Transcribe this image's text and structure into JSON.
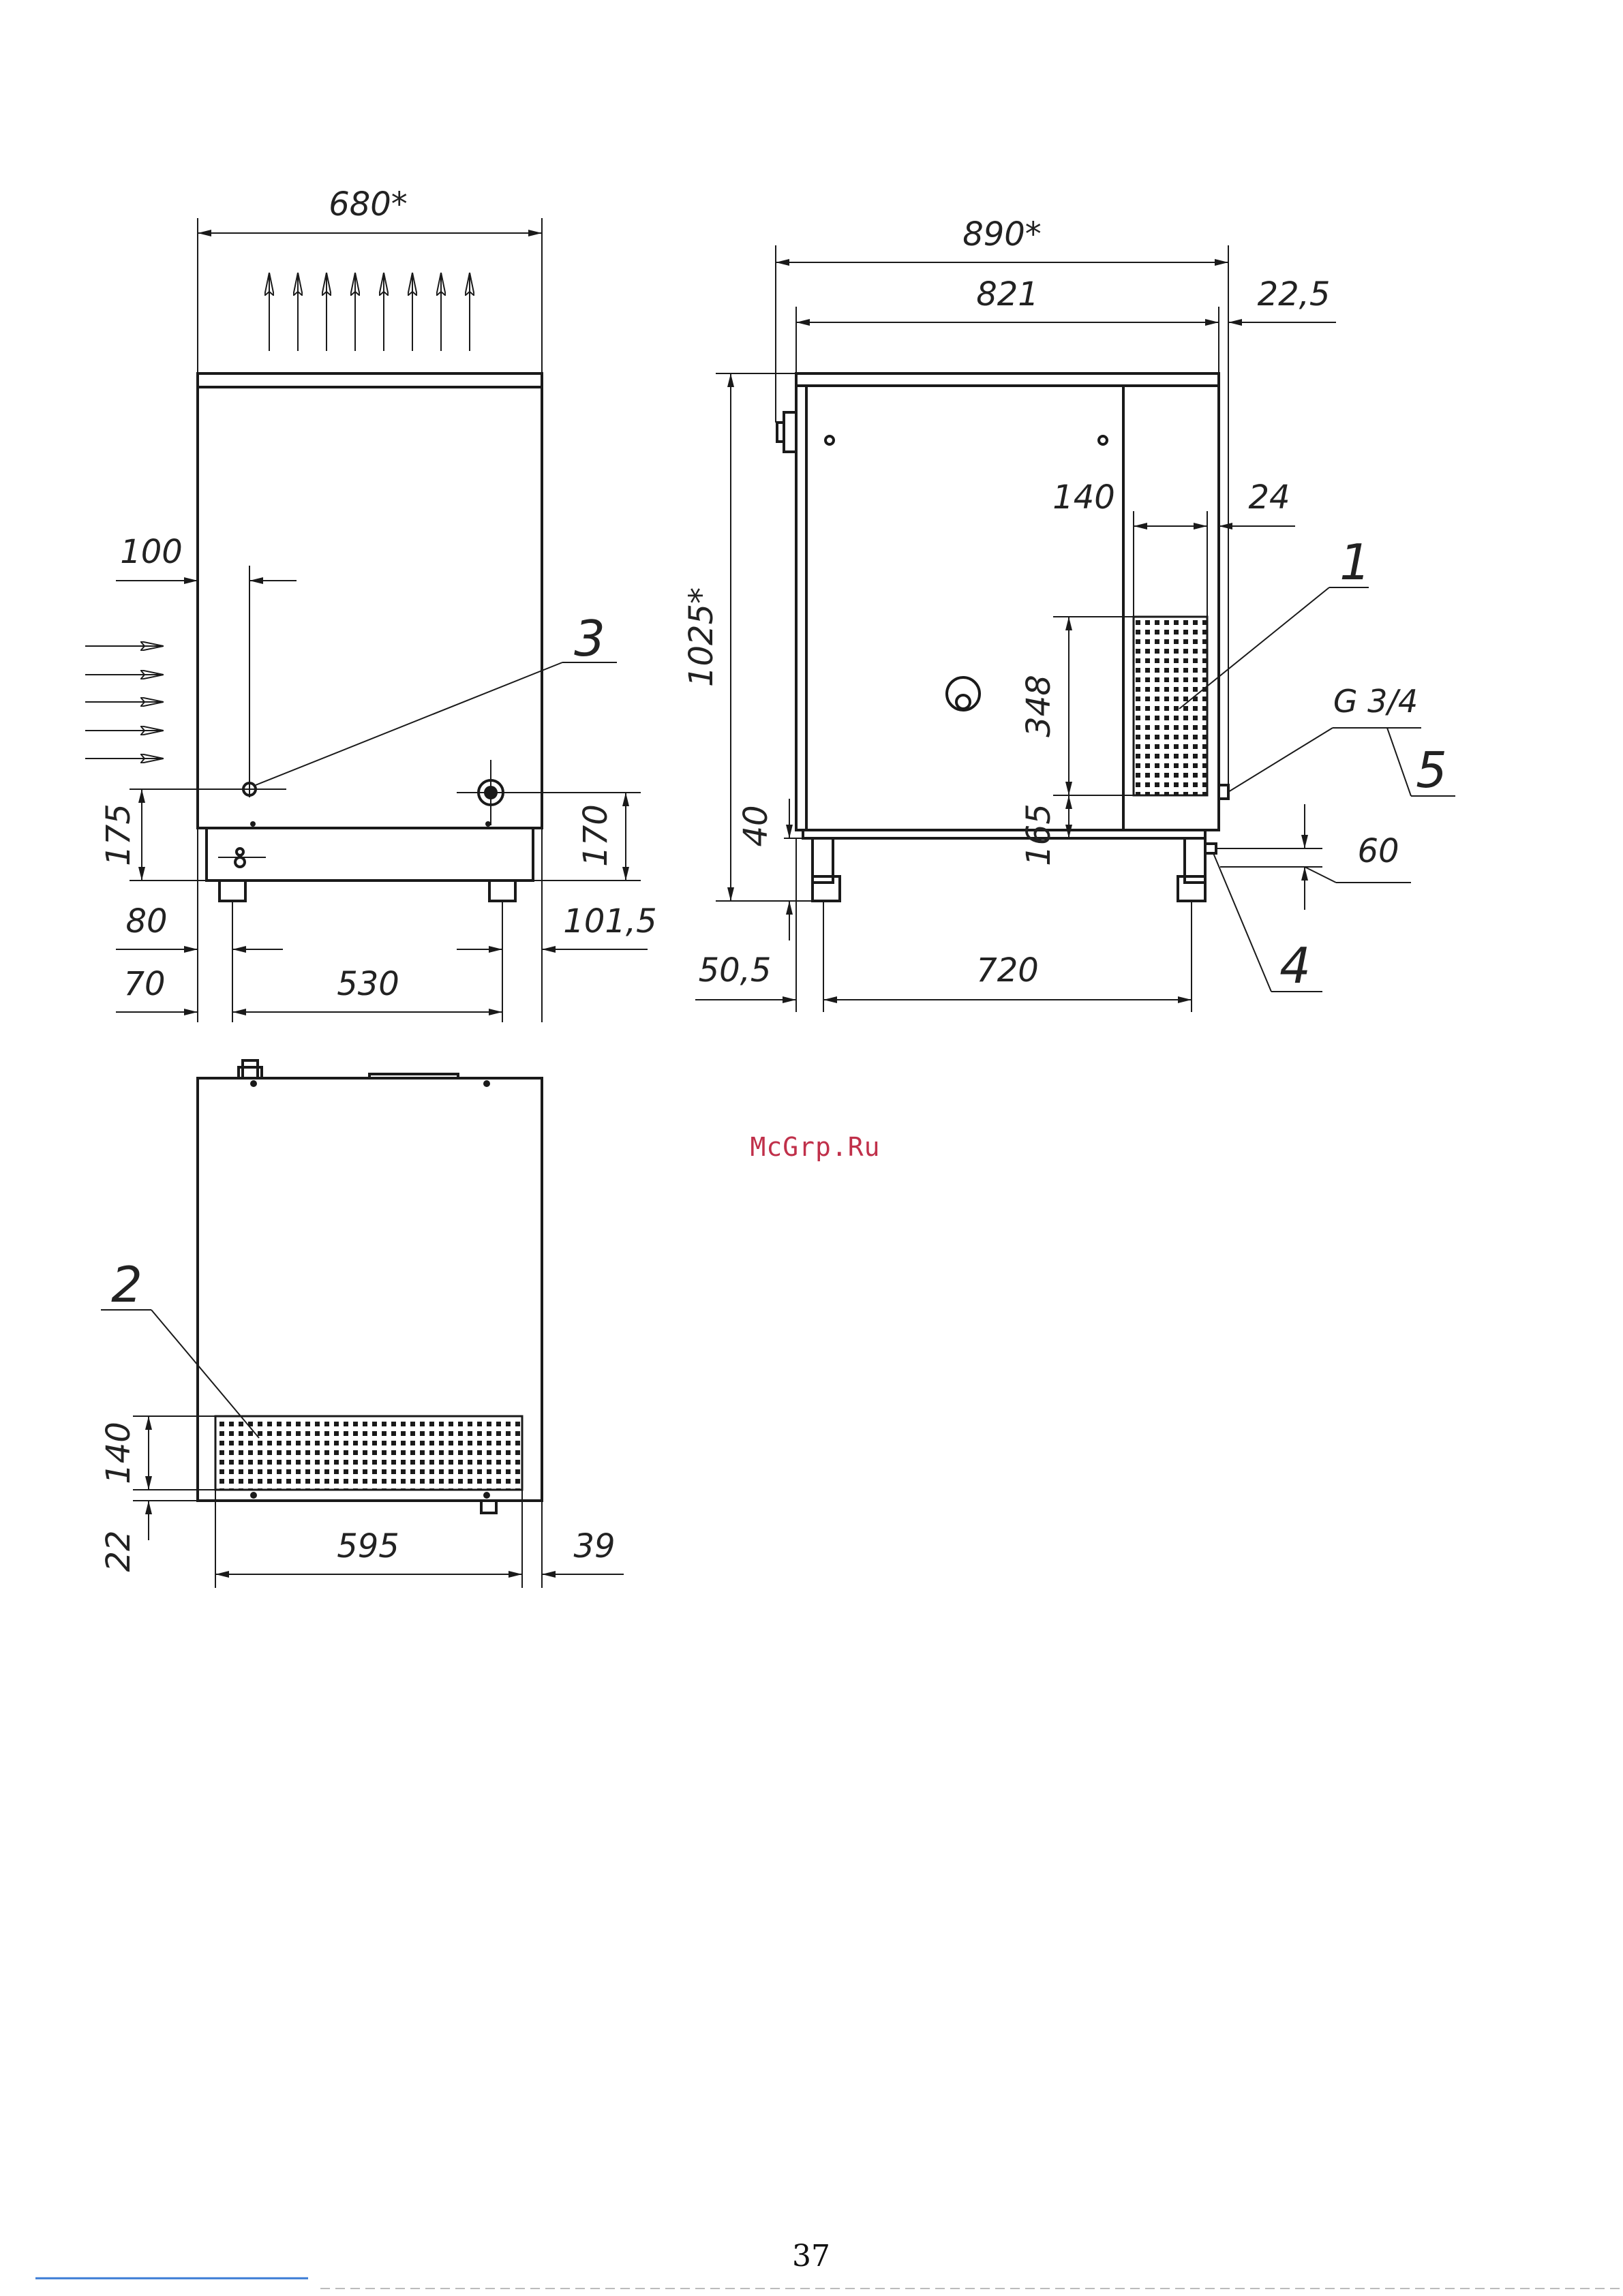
{
  "drawing": {
    "front_view": {
      "width_label": "680*",
      "dims": [
        "100",
        "175",
        "170",
        "80",
        "101,5",
        "70",
        "530"
      ],
      "callouts": [
        "3"
      ]
    },
    "side_view": {
      "dims": [
        "890*",
        "821",
        "22,5",
        "1025*",
        "140",
        "24",
        "348",
        "165",
        "40",
        "60",
        "50,5",
        "720"
      ],
      "callouts": [
        "1",
        "4",
        "5"
      ],
      "thread_label": "G 3/4"
    },
    "top_view": {
      "dims": [
        "140",
        "22",
        "595",
        "39"
      ],
      "callouts": [
        "2"
      ]
    }
  },
  "watermark": "McGrp.Ru",
  "page_number": "37"
}
